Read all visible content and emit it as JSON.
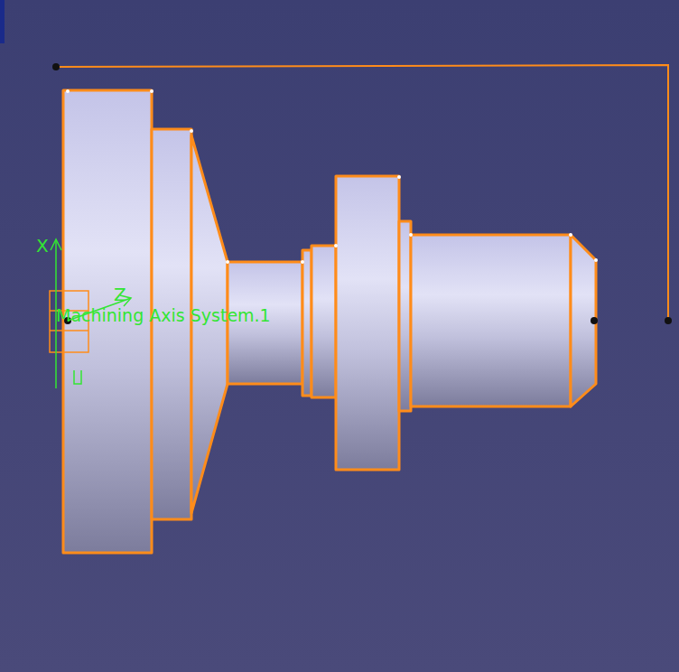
{
  "diagram": {
    "labels": [
      "X",
      "Z",
      "Machining Axis System.1"
    ]
  }
}
